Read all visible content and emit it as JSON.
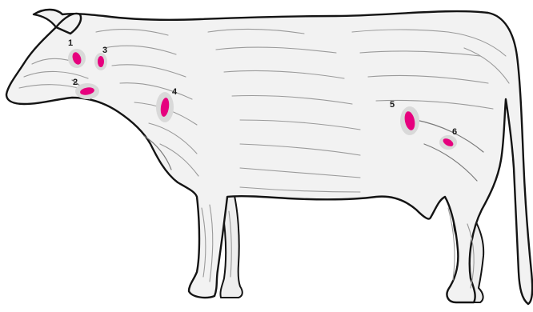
{
  "diagram": {
    "subject": "cow",
    "marker_color": "#e6007e",
    "halo_color": "#d9d9d9",
    "markers": [
      {
        "label": "1"
      },
      {
        "label": "2"
      },
      {
        "label": "3"
      },
      {
        "label": "4"
      },
      {
        "label": "5"
      },
      {
        "label": "6"
      }
    ]
  }
}
